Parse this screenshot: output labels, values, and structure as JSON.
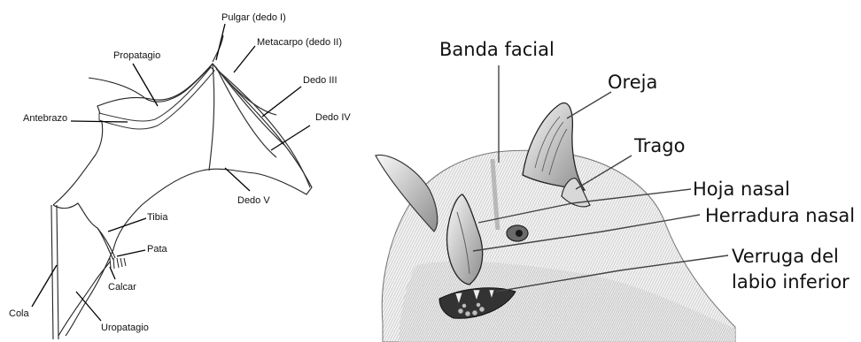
{
  "wing_diagram": {
    "labels": {
      "pulgar": "Pulgar (dedo I)",
      "metacarpo": "Metacarpo (dedo II)",
      "propatagio": "Propatagio",
      "dedo3": "Dedo III",
      "dedo4": "Dedo IV",
      "antebrazo": "Antebrazo",
      "dedo5": "Dedo V",
      "tibia": "Tibia",
      "pata": "Pata",
      "cola": "Cola",
      "calcar": "Calcar",
      "uropatagio": "Uropatagio"
    }
  },
  "head_diagram": {
    "labels": {
      "banda_facial": "Banda facial",
      "oreja": "Oreja",
      "trago": "Trago",
      "hoja_nasal": "Hoja nasal",
      "herradura_nasal": "Herradura nasal",
      "verruga_1": "Verruga del",
      "verruga_2": "labio inferior"
    }
  }
}
